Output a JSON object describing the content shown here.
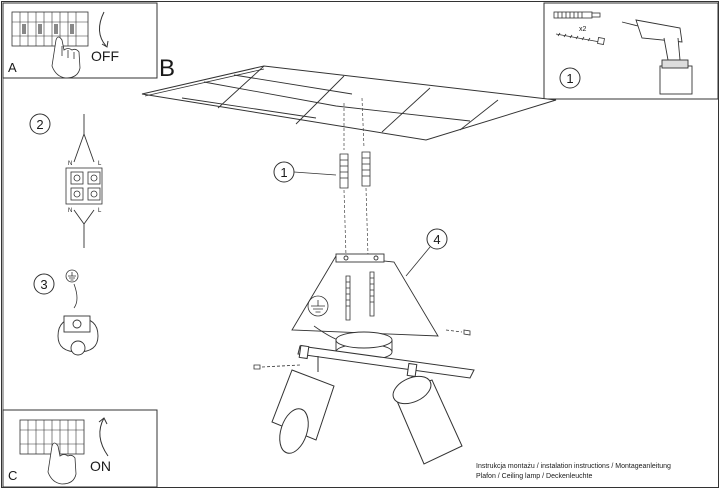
{
  "panels": {
    "a": {
      "letter": "A",
      "switch_state": "OFF"
    },
    "b": {
      "letter": "B"
    },
    "c": {
      "letter": "C",
      "switch_state": "ON"
    }
  },
  "steps": [
    "1",
    "2",
    "3",
    "4"
  ],
  "tools": {
    "quantity": "x2"
  },
  "wiring": {
    "n": "N",
    "l": "L"
  },
  "footer": {
    "line1": "Instrukcja montażu / instalation instructions / Montageanleitung",
    "line2": "Plafon / Ceiling lamp / Deckenleuchte"
  }
}
